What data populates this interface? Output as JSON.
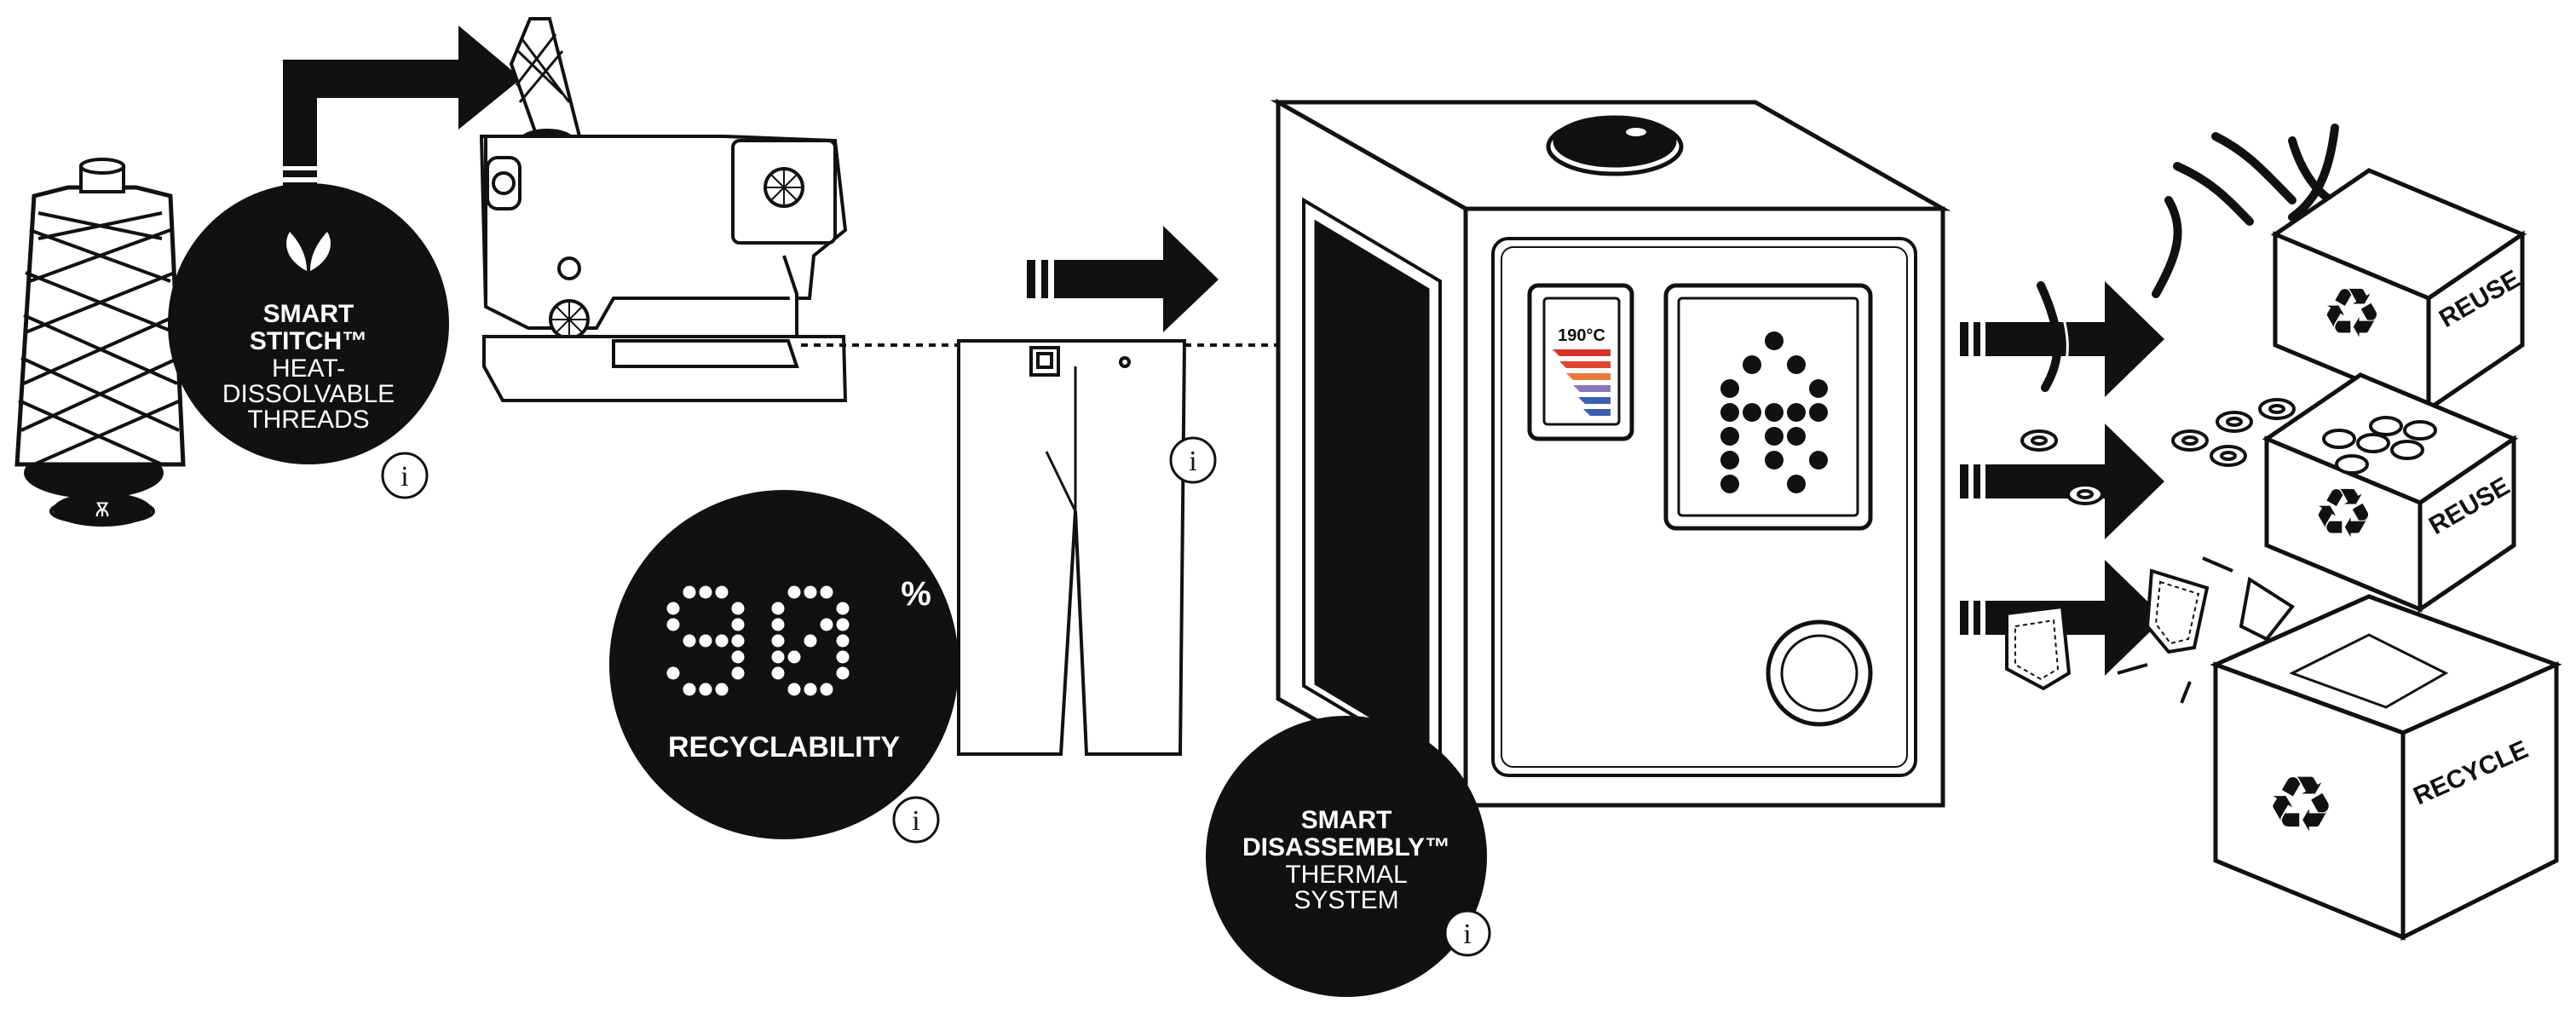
{
  "colors": {
    "ink": "#111111",
    "paper": "#ffffff",
    "temp_hot": "#d8322a",
    "temp_warm": "#e87a3a",
    "temp_cool": "#3c5fb0"
  },
  "smart_stitch": {
    "line1": "SMART",
    "line2": "STITCH™",
    "line3": "HEAT-",
    "line4": "DISSOLVABLE",
    "line5": "THREADS",
    "icon": "leaf-icon"
  },
  "recyclability": {
    "percent_value": "90",
    "percent_sign": "%",
    "label": "RECYCLABILITY"
  },
  "smart_disassembly": {
    "line1": "SMART",
    "line2": "DISASSEMBLY™",
    "line3": "THERMAL",
    "line4": "SYSTEM"
  },
  "machine": {
    "temperature": "190°C"
  },
  "boxes": {
    "top": "REUSE",
    "middle": "REUSE",
    "bottom": "RECYCLE"
  },
  "info_icon": {
    "glyph": "i"
  }
}
